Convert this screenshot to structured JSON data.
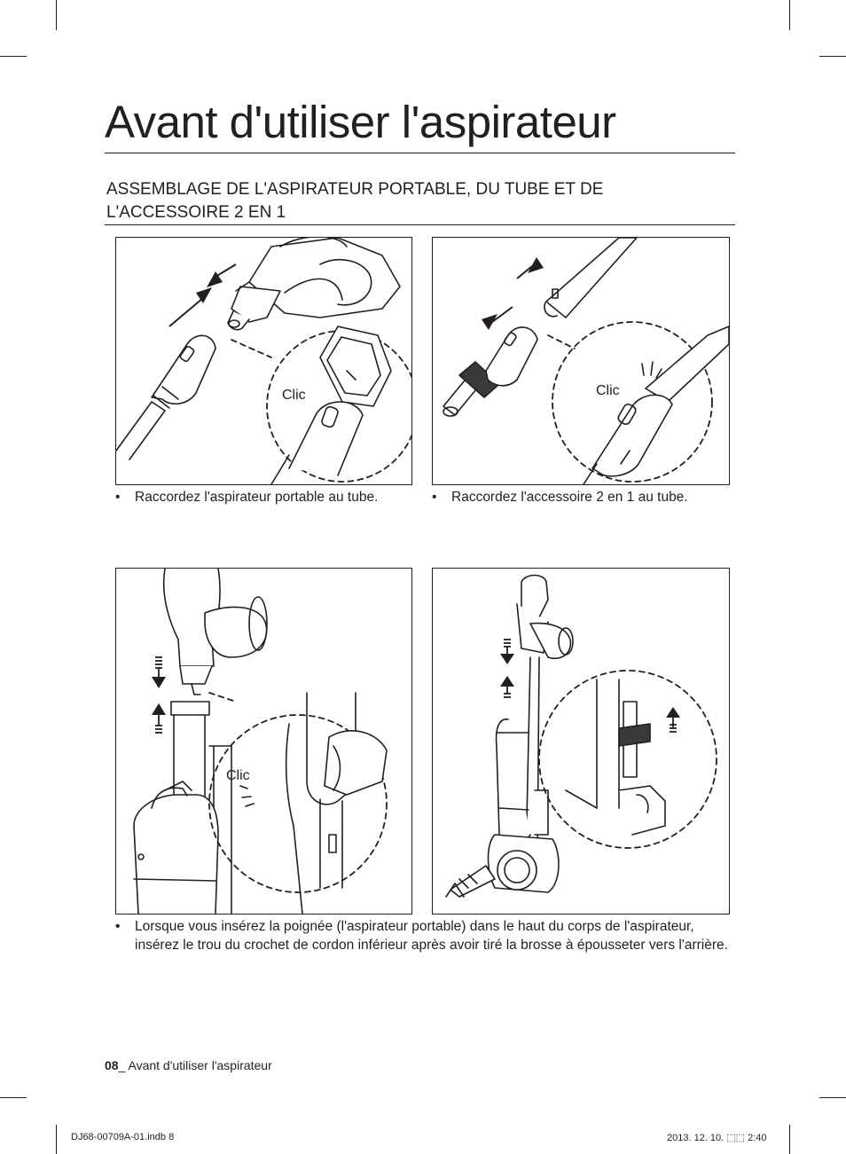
{
  "page": {
    "title": "Avant d'utiliser l'aspirateur",
    "section_title": "ASSEMBLAGE DE L'ASPIRATEUR PORTABLE, DU TUBE ET DE L'ACCESSOIRE 2 EN 1"
  },
  "figures": [
    {
      "callout": "Clic",
      "caption": "Raccordez l'aspirateur portable au tube."
    },
    {
      "callout": "Clic",
      "caption": "Raccordez l'accessoire 2 en 1 au tube."
    },
    {
      "callout": "Clic"
    },
    {
      "callout": ""
    }
  ],
  "bottom_caption": "Lorsque vous insérez la poignée (l'aspirateur portable) dans le haut du corps de l'aspirateur, insérez le trou du crochet de cordon inférieur après avoir tiré la brosse à épousseter vers l'arrière.",
  "bullet_symbol": "•",
  "footer": {
    "page_number": "08",
    "label": "_ Avant d'utiliser l'aspirateur"
  },
  "print_slug": {
    "file": "DJ68-00709A-01.indb   8",
    "timestamp": "2013. 12. 10.   ⬚⬚ 2:40"
  },
  "colors": {
    "ink": "#231f20",
    "paper": "#ffffff",
    "band": "#3a3a3a"
  }
}
